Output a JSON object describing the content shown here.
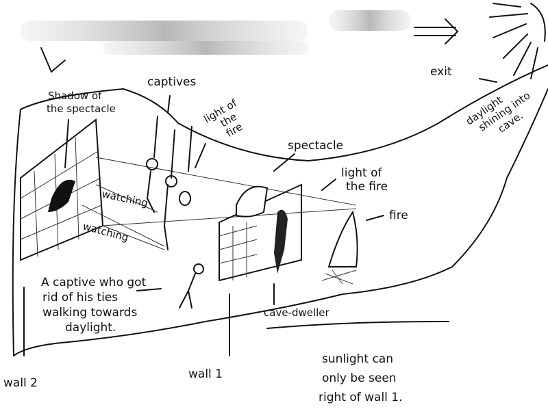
{
  "labels": {
    "shadow_line1": "Shadow of",
    "shadow_line2": "the spectacle",
    "captives": "captives",
    "light_fire_1a": "light of",
    "light_fire_1b": "the",
    "light_fire_1c": "fire",
    "spectacle": "spectacle",
    "light_fire_2a": "light of",
    "light_fire_2b": "the fire",
    "fire": "fire",
    "exit": "exit",
    "daylight_1": "daylight",
    "daylight_2": "shining into",
    "daylight_3": "cave.",
    "watching_1": "watching",
    "watching_2": "watching",
    "freed_1": "A captive who got",
    "freed_2": "rid of his ties",
    "freed_3": "walking towards",
    "freed_4": "daylight.",
    "cave_dweller": "cave-dweller",
    "wall2": "wall 2",
    "wall1": "wall 1",
    "sunlight_1": "sunlight can",
    "sunlight_2": "only be seen",
    "sunlight_3": "right of wall 1."
  }
}
